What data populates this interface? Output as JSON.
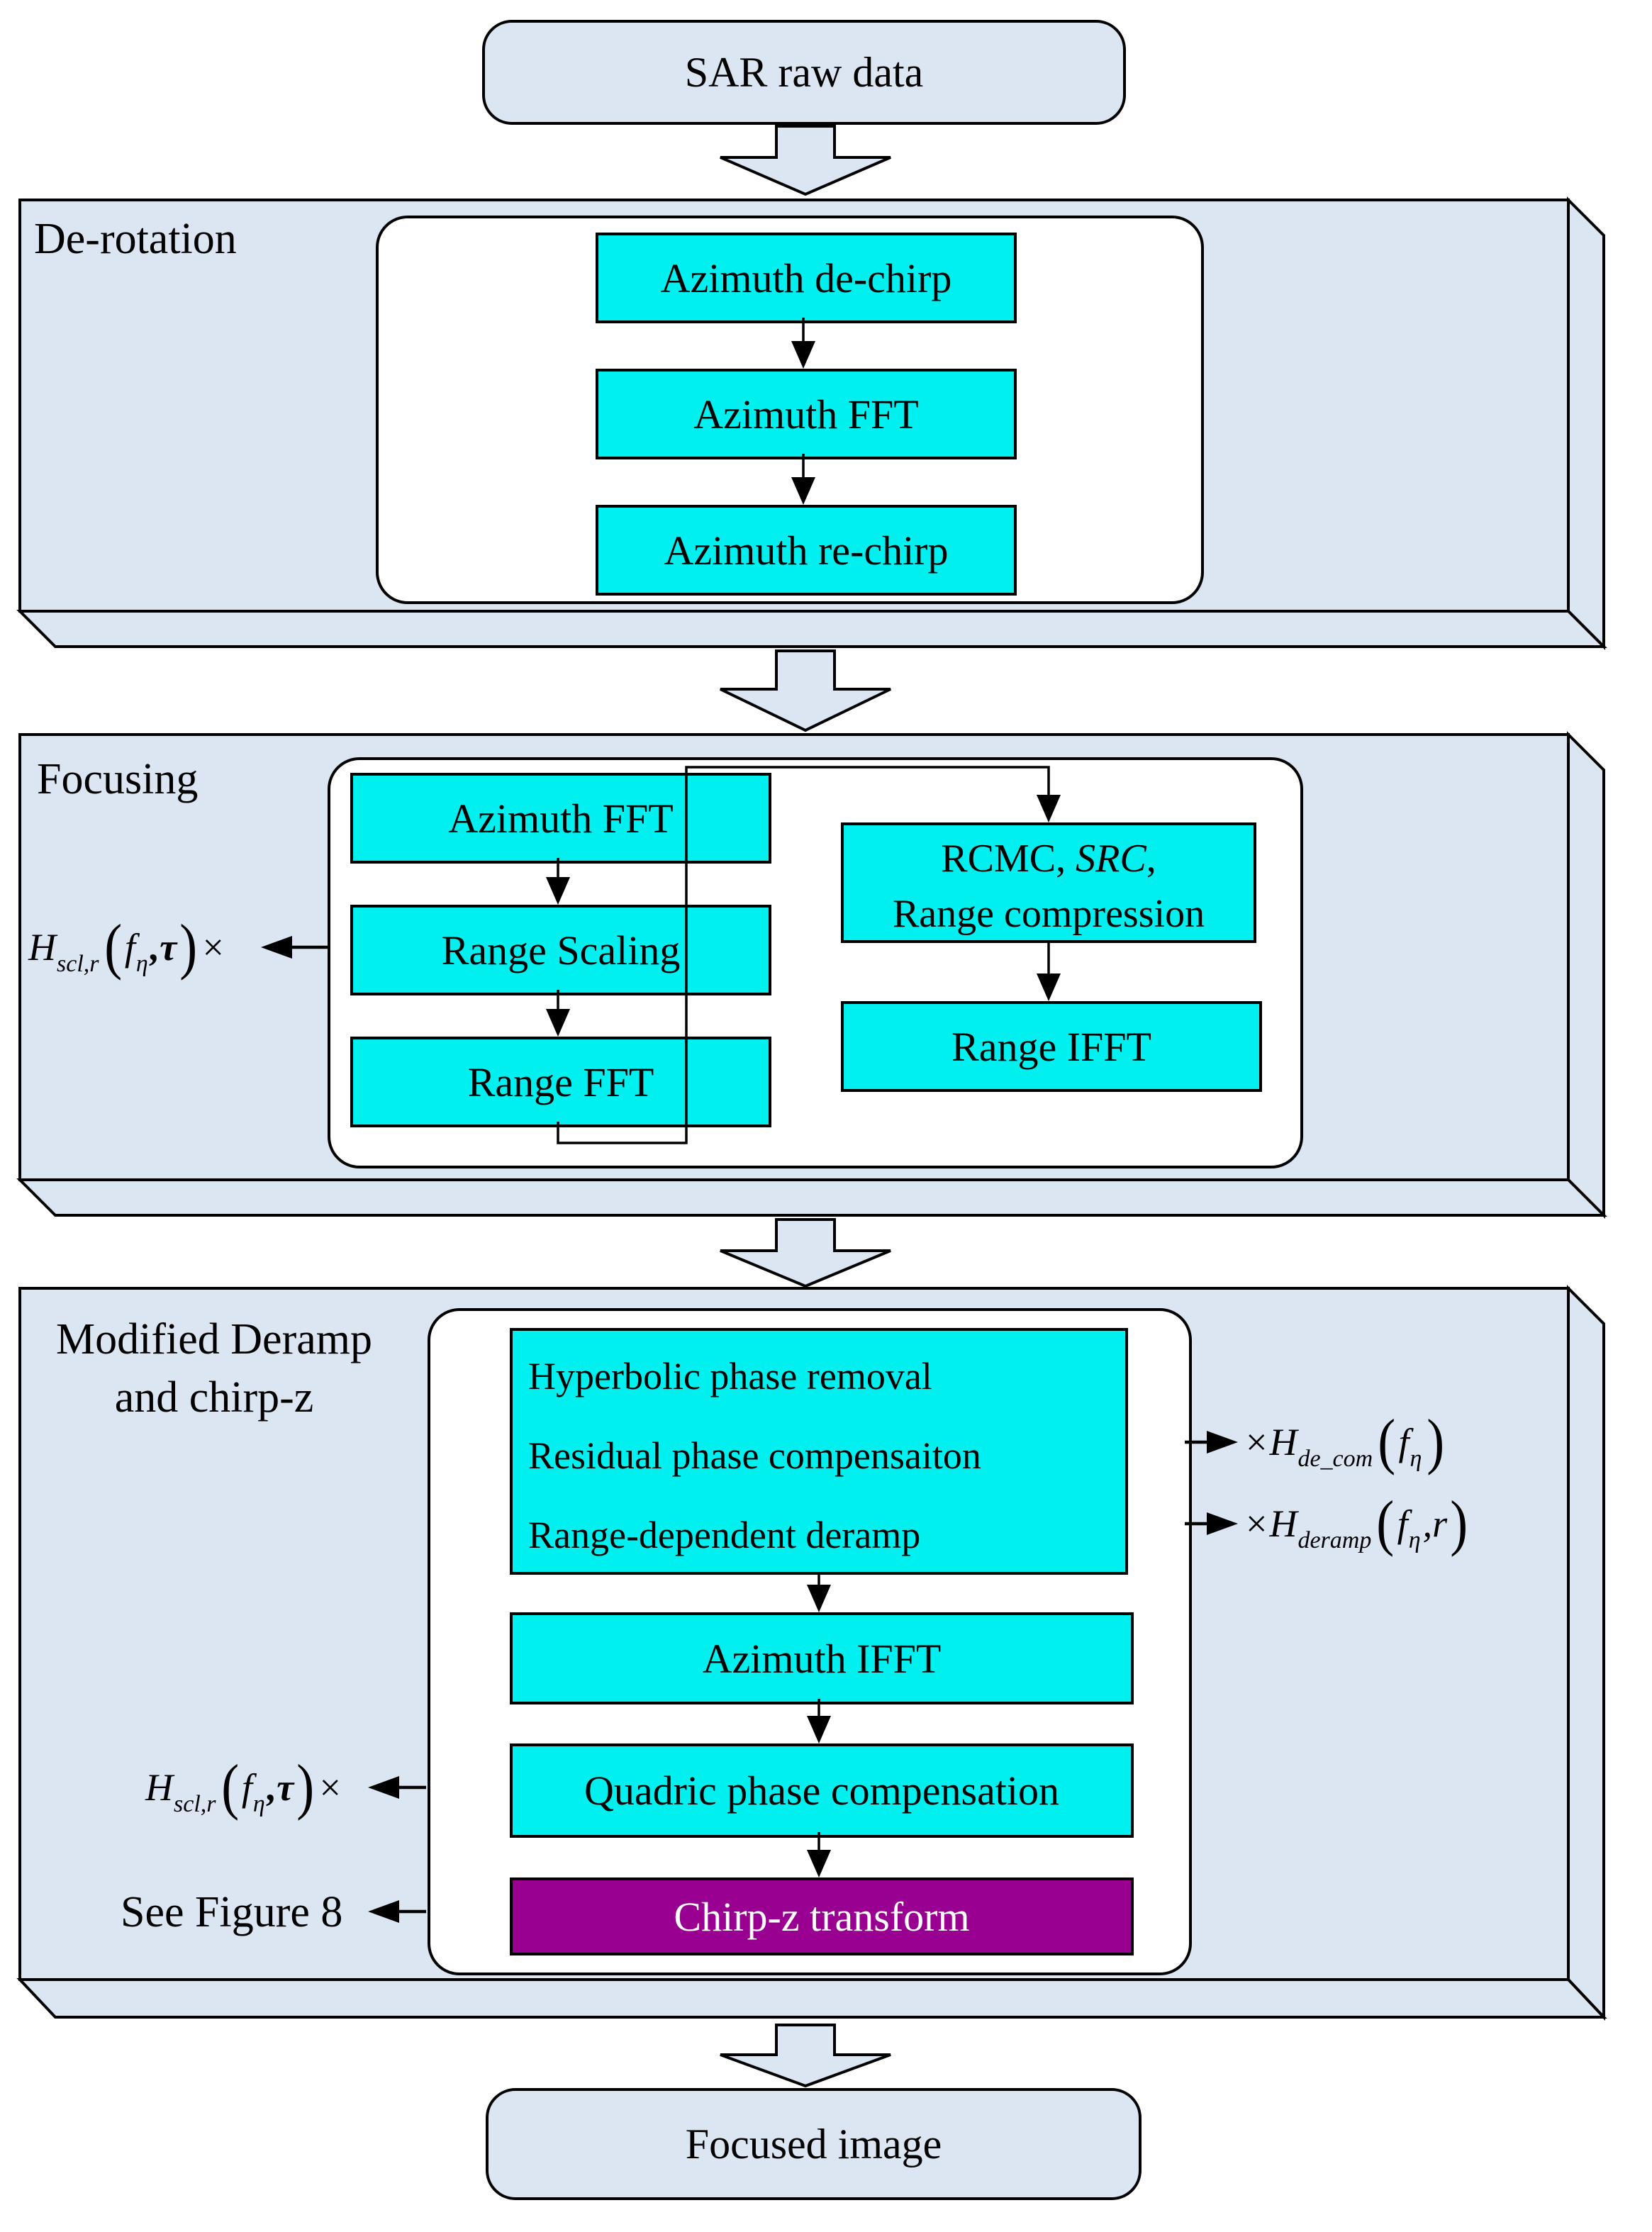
{
  "colors": {
    "panel": "#dce6f2",
    "process": "#00f0f0",
    "chirpz": "#990092",
    "chirpz_text": "#ffffff",
    "outline": "#000000"
  },
  "start_terminator": "SAR raw data",
  "end_terminator": "Focused image",
  "derotation": {
    "label": "De-rotation",
    "steps": [
      "Azimuth de-chirp",
      "Azimuth FFT",
      "Azimuth re-chirp"
    ]
  },
  "focusing": {
    "label": "Focusing",
    "left_steps": [
      "Azimuth FFT",
      "Range Scaling",
      "Range FFT"
    ],
    "rcmc_box": {
      "line1_pre": "RCMC, ",
      "line1_italic": "SRC",
      "line1_post": ",",
      "line2": "Range compression"
    },
    "range_ifft": "Range IFFT",
    "scaling_formula": {
      "H": "H",
      "sub": "scl,r",
      "open": "(",
      "f": "f",
      "f_sub": "η",
      "arg2": ",τ",
      "close": ")",
      "times": "×"
    }
  },
  "modified_deramp": {
    "label_line1": "Modified Deramp",
    "label_line2": "and chirp-z",
    "phase_box_lines": [
      "Hyperbolic phase removal",
      "Residual phase compensaiton",
      "Range-dependent deramp"
    ],
    "de_com_formula": {
      "times": "×",
      "H": "H",
      "sub": "de_com",
      "open": "(",
      "f": "f",
      "f_sub": "η",
      "close": ")"
    },
    "deramp_formula": {
      "times": "×",
      "H": "H",
      "sub": "deramp",
      "open": "(",
      "f": "f",
      "f_sub": "η",
      "arg2": ",r",
      "close": ")"
    },
    "azimuth_ifft": "Azimuth IFFT",
    "quadric": "Quadric phase compensation",
    "quadric_formula": {
      "H": "H",
      "sub": "scl,r",
      "open": "(",
      "f": "f",
      "f_sub": "η",
      "arg2": ",τ",
      "close": ")",
      "times": "×"
    },
    "chirpz": "Chirp-z transform",
    "see_figure": "See Figure 8"
  }
}
